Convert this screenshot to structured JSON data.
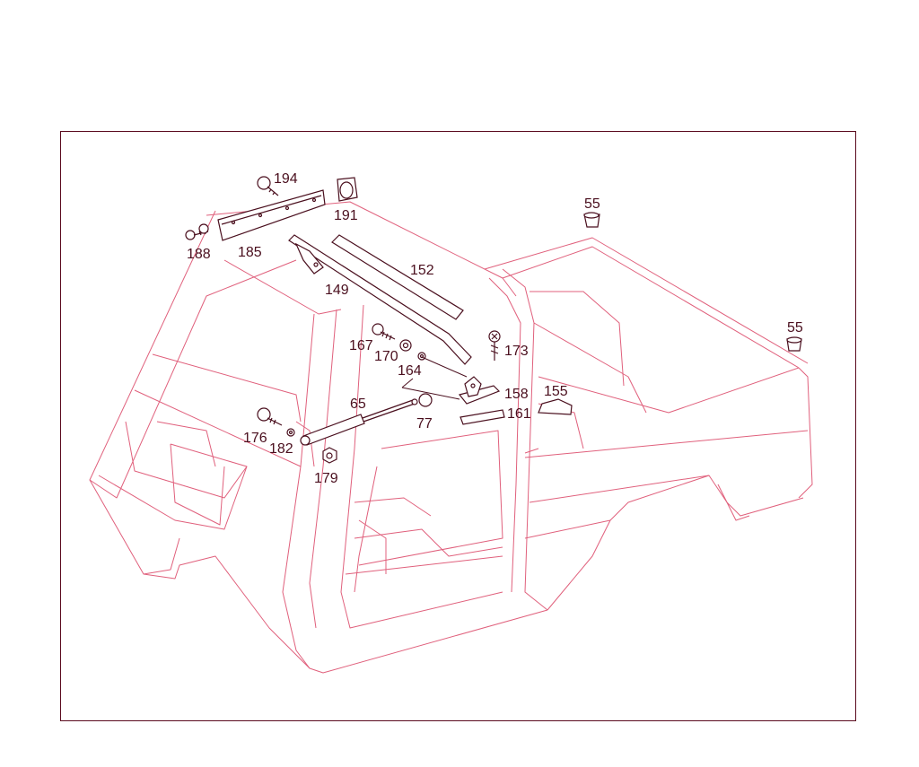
{
  "diagram": {
    "callouts": {
      "c194": "194",
      "c191": "191",
      "c188": "188",
      "c185": "185",
      "c152": "152",
      "c149": "149",
      "c55a": "55",
      "c55b": "55",
      "c167": "167",
      "c170": "170",
      "c164": "164",
      "c173": "173",
      "c158": "158",
      "c155": "155",
      "c161": "161",
      "c65": "65",
      "c77": "77",
      "c176": "176",
      "c182": "182",
      "c179": "179"
    }
  }
}
